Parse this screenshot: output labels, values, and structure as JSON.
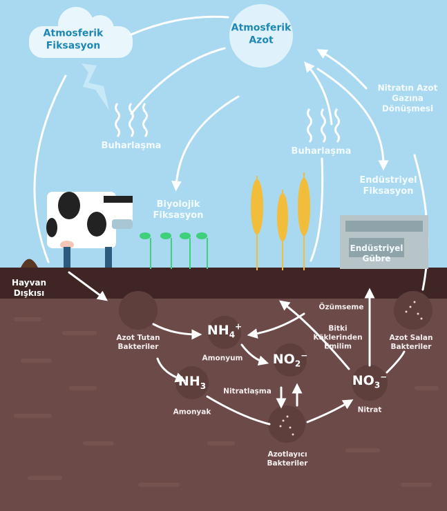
{
  "colors": {
    "sky": "#a9d9f1",
    "topsoil": "#3f2624",
    "soil": "#6b4a47",
    "label_blue": "#1e87b5",
    "wheat": "#f1bd3a",
    "plant": "#3ed07a"
  },
  "sky": {
    "atmospheric_fixation": [
      "Atmosferik",
      "Fiksasyon"
    ],
    "atmospheric_nitrogen": [
      "Atmosferik",
      "Azot"
    ],
    "denitrification": [
      "Nitratın Azot",
      "Gazına",
      "Dönüşmesi"
    ],
    "evaporation_left": "Buharlaşma",
    "evaporation_right": "Buharlaşma",
    "industrial_fixation": [
      "Endüstriyel",
      "Fiksasyon"
    ],
    "biological_fixation": [
      "Biyolojik",
      "Fiksasyon"
    ],
    "industrial_fertilizer": [
      "Endüstriyel",
      "Gübre"
    ]
  },
  "ground": {
    "animal_waste": [
      "Hayvan",
      "Dışkısı"
    ],
    "nitrogen_fixing_bacteria": [
      "Azot Tutan",
      "Bakteriler"
    ],
    "ammonium": {
      "base": "NH",
      "sub": "4",
      "sup": "+",
      "label": "Amonyum"
    },
    "nitrite": {
      "base": "NO",
      "sub": "2",
      "sup": "−"
    },
    "ammonia": {
      "base": "NH",
      "sub": "3",
      "label": "Amonyak"
    },
    "nitrification": "Nitratlaşma",
    "nitrifying_bacteria": [
      "Azotlayıcı",
      "Bakteriler"
    ],
    "nitrate": {
      "base": "NO",
      "sub": "3",
      "sup": "−",
      "label": "Nitrat"
    },
    "assimilation": "Özümseme",
    "root_absorption": [
      "Bitki",
      "Köklerinden",
      "Emilim"
    ],
    "denitrifying_bacteria": [
      "Azot Salan",
      "Bakteriler"
    ]
  }
}
